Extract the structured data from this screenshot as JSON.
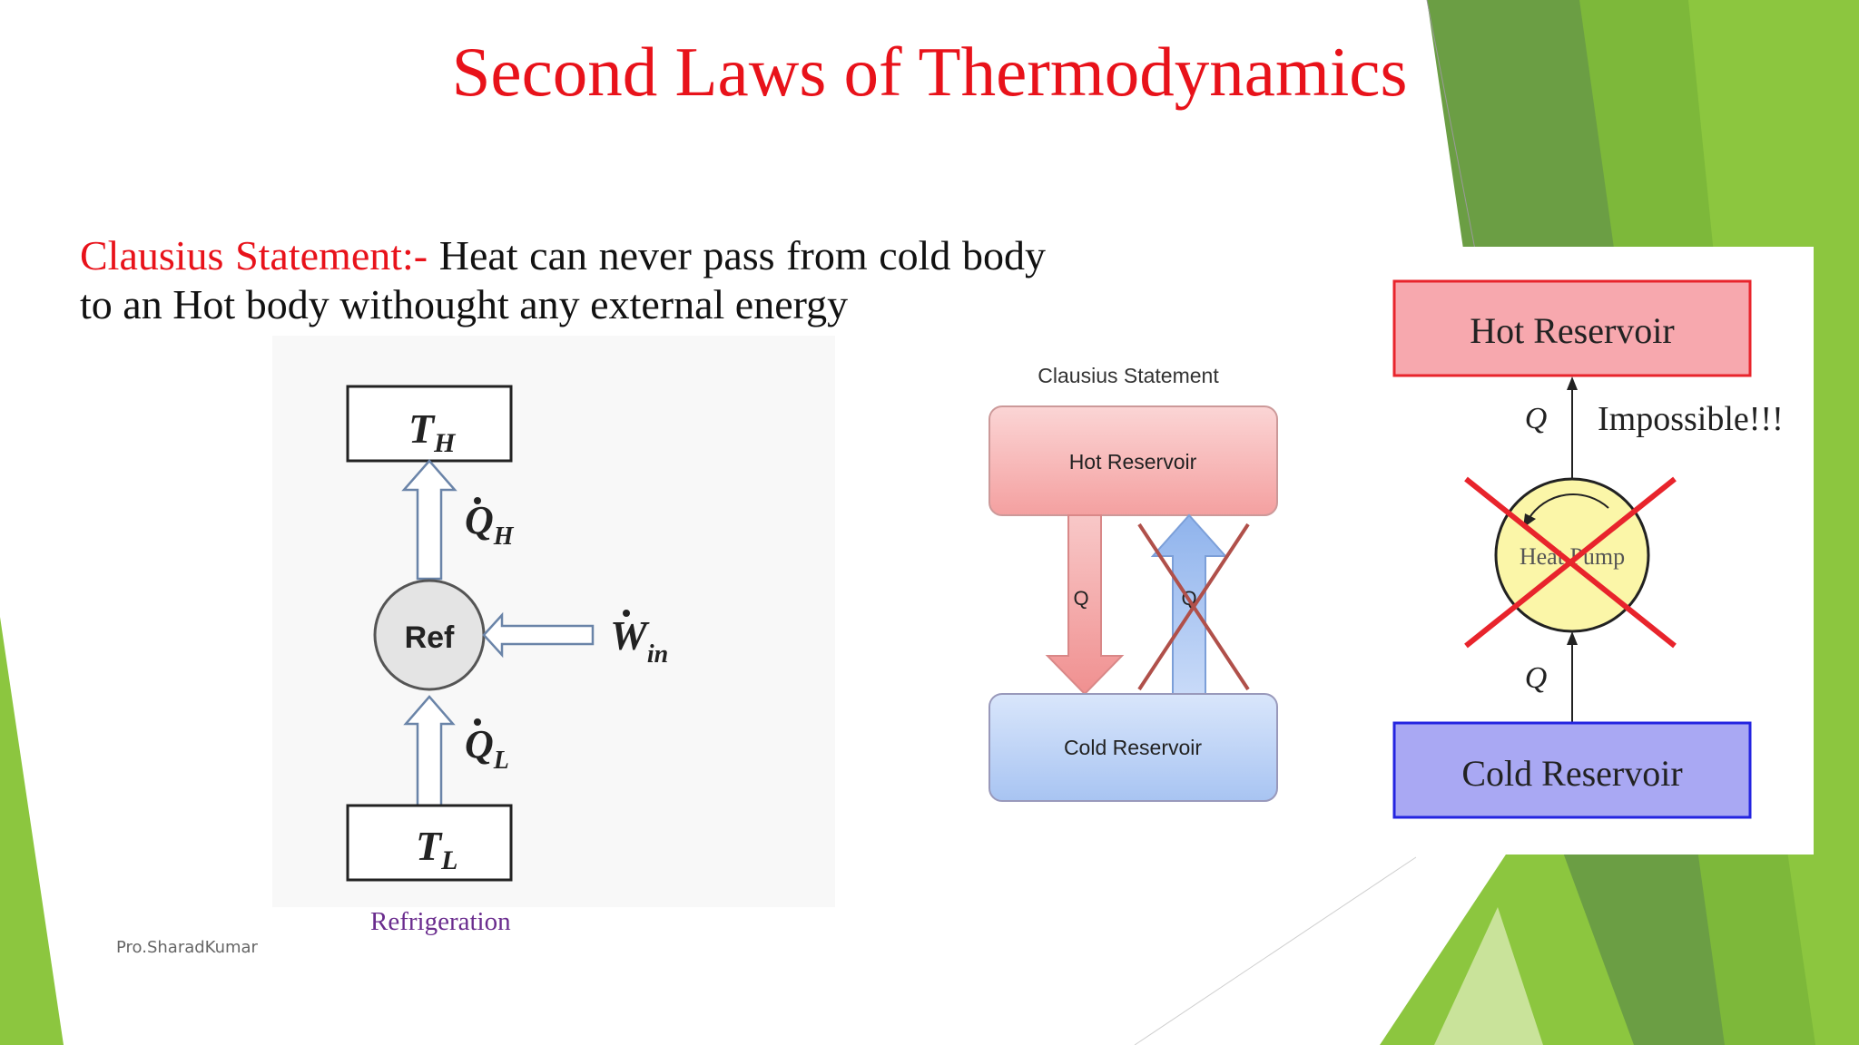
{
  "slide": {
    "title": "Second Laws of Thermodynamics",
    "statement_label": "Clausius Statement:-",
    "statement_text": "Heat can never pass from cold body to an Hot body withought any external energy",
    "author": "Pro.SharadKumar"
  },
  "refrigeration": {
    "caption": "Refrigeration",
    "top_box": "T",
    "top_sub": "H",
    "heat_top": "Q",
    "heat_top_sub": "H",
    "center": "Ref",
    "work": "W",
    "work_sub": "in",
    "heat_bottom": "Q",
    "heat_bottom_sub": "L",
    "bottom_box": "T",
    "bottom_sub": "L"
  },
  "clausius_diagram": {
    "title": "Clausius Statement",
    "hot": "Hot Reservoir",
    "cold": "Cold Reservoir",
    "arrow_down": "Q",
    "arrow_up": "Q"
  },
  "heat_pump_diagram": {
    "hot": "Hot Reservoir",
    "cold": "Cold Reservoir",
    "q_top": "Q",
    "q_bottom": "Q",
    "impossible": "Impossible!!!",
    "pump": "Heat Pump"
  },
  "colors": {
    "title": "#e8121a",
    "caption": "#6a2c8e",
    "green_dark": "#5b9a2f",
    "green_light": "#8cc63f"
  }
}
